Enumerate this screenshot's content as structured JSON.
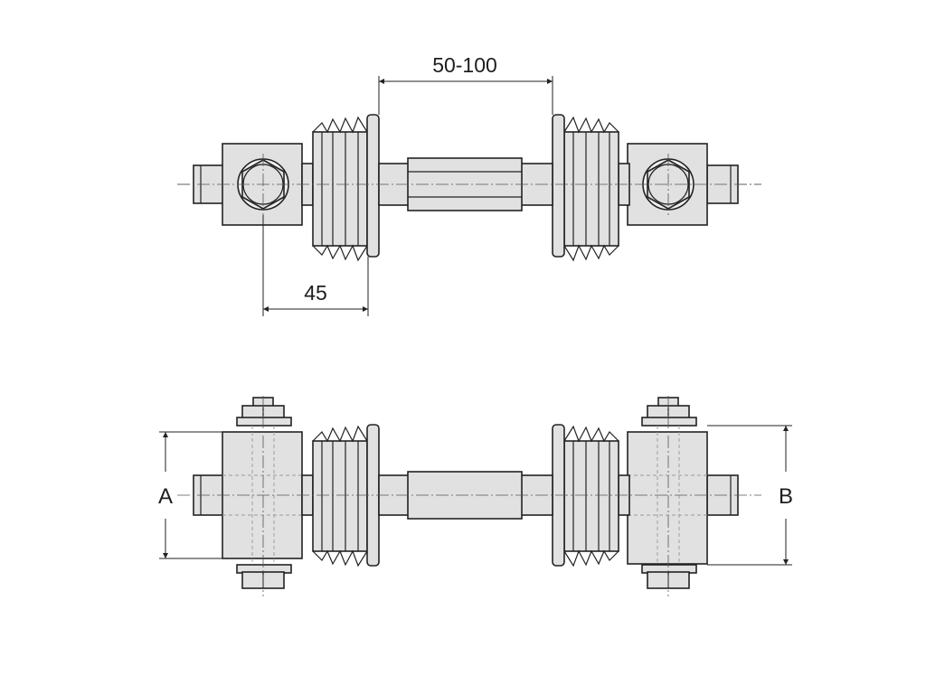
{
  "dimensions": {
    "gap_label": "50-100",
    "offset_label": "45",
    "height_a_label": "A",
    "height_b_label": "B"
  },
  "colors": {
    "line": "#222222",
    "fill": "#e1e1e1",
    "background": "#ffffff"
  }
}
